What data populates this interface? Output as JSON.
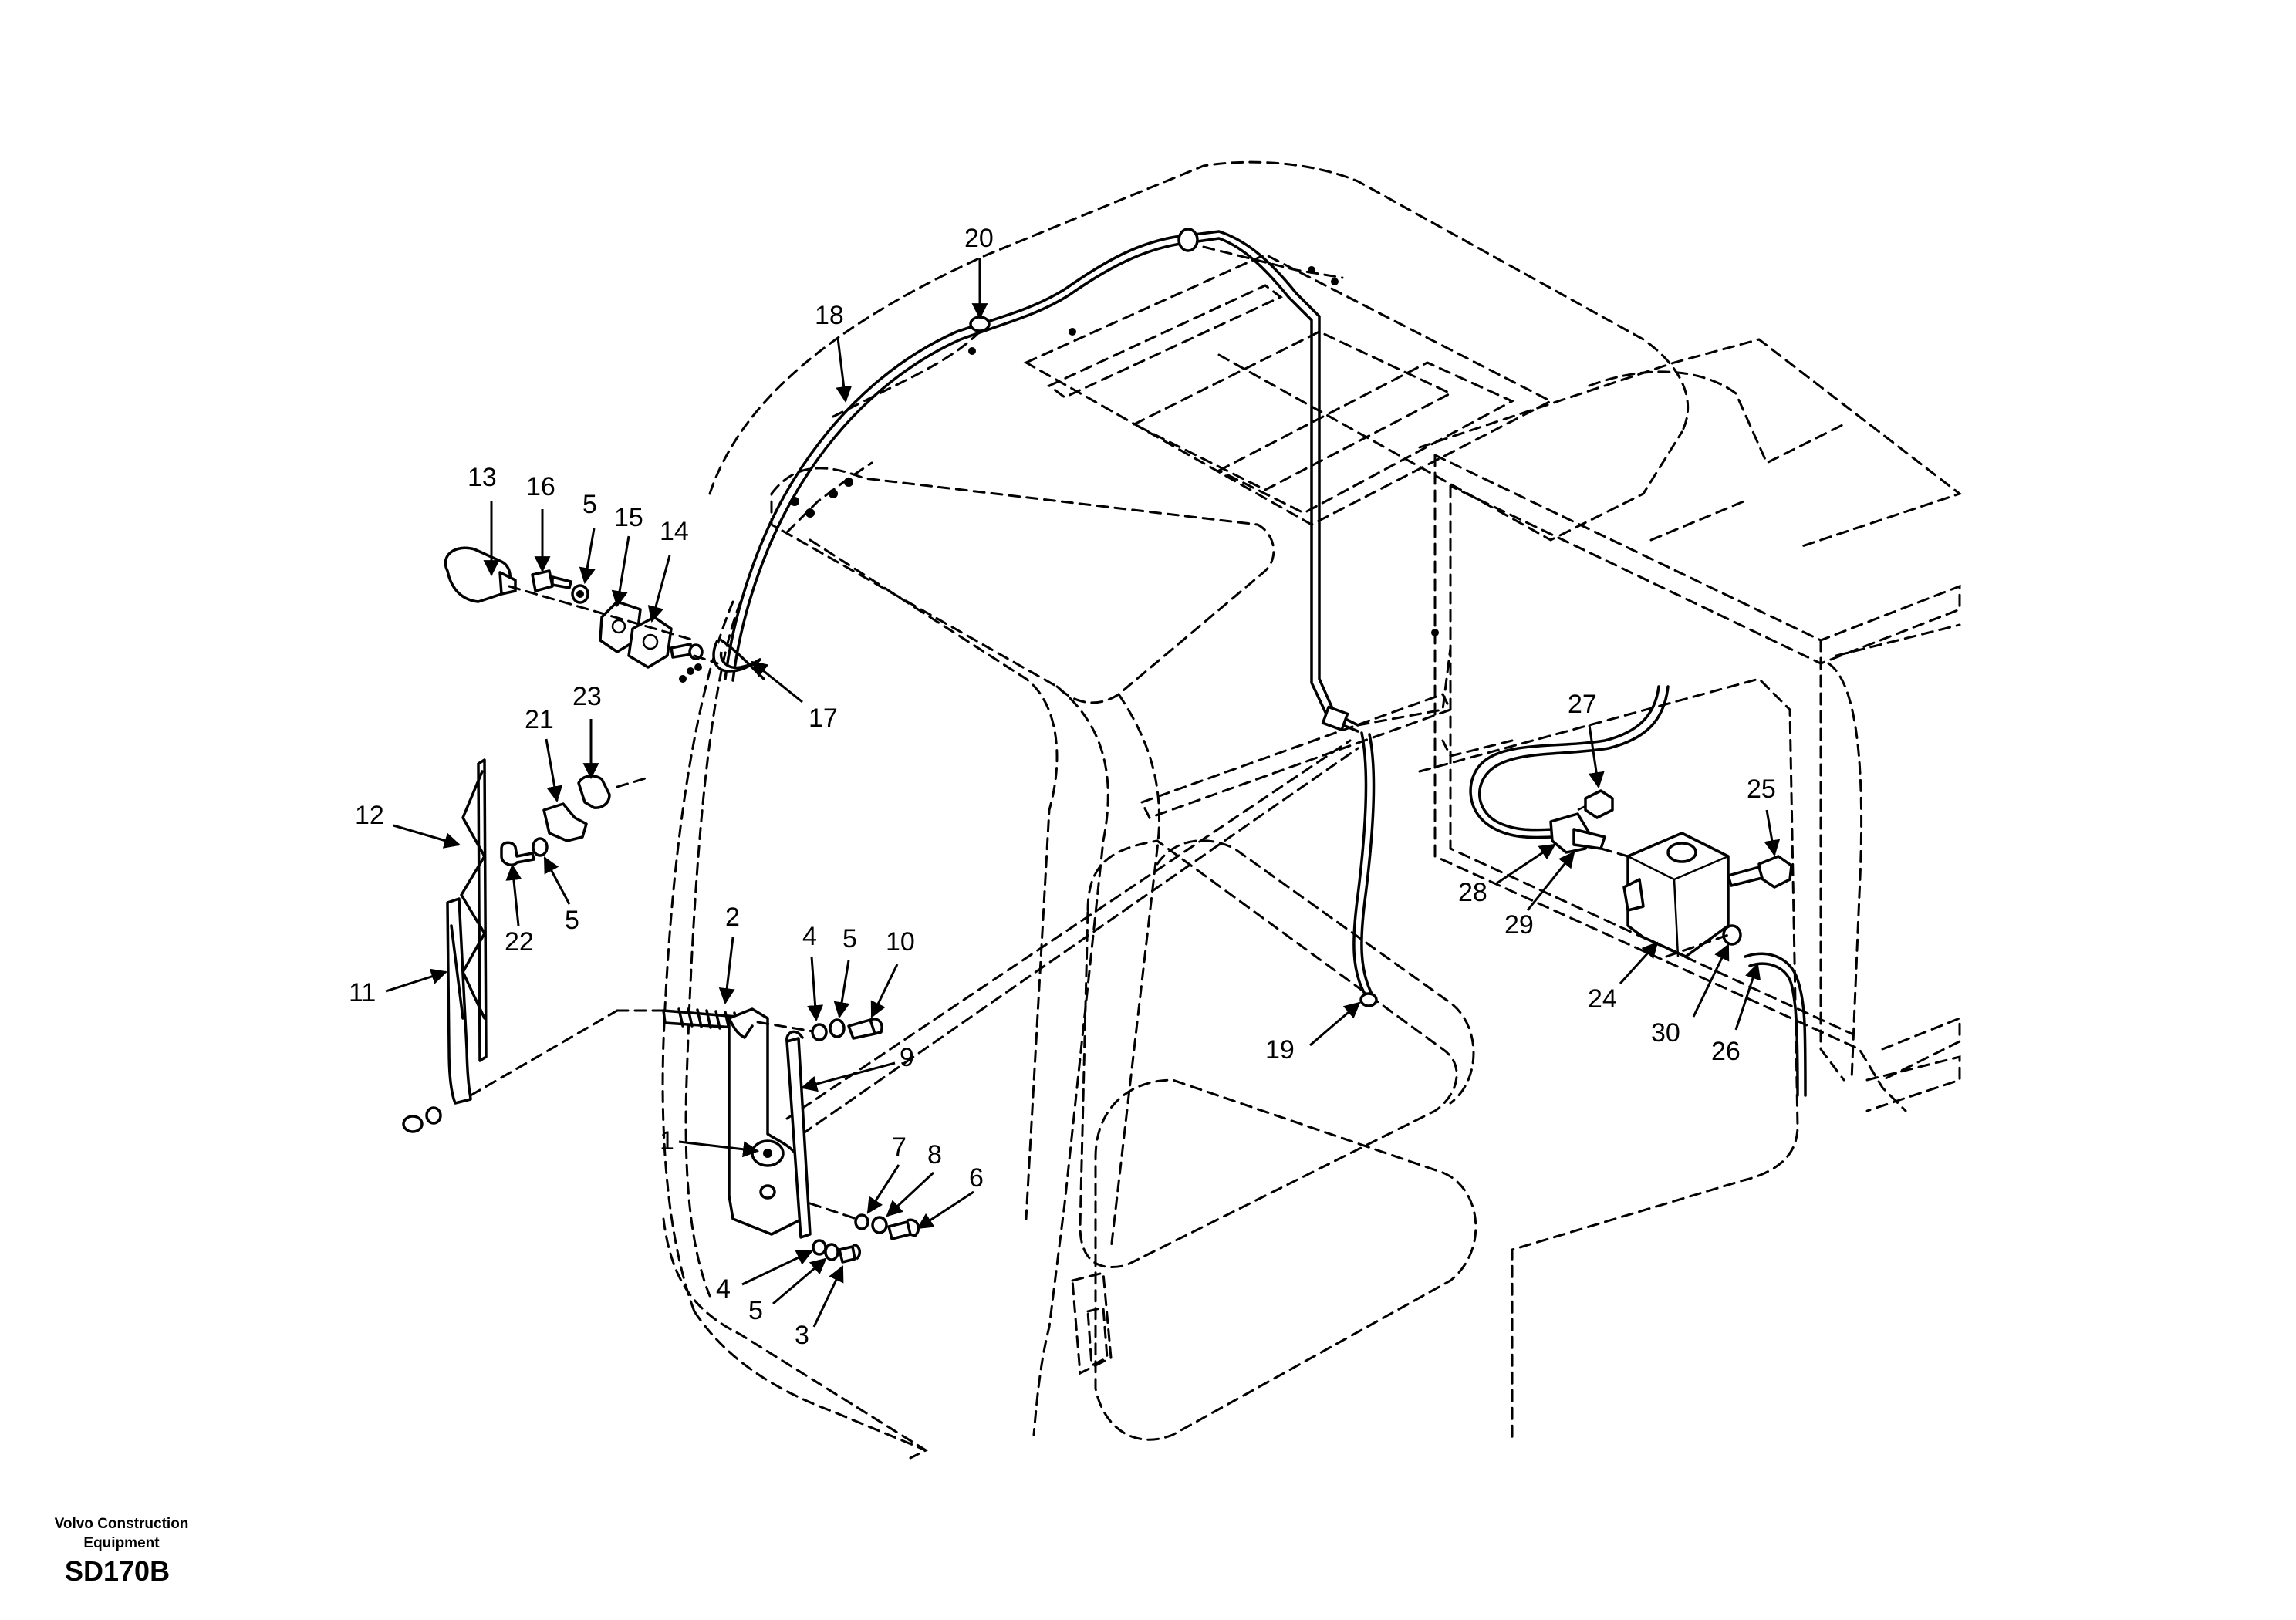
{
  "footer": {
    "brand_line1": "Volvo Construction",
    "brand_line2": "Equipment",
    "code": "SD170B"
  },
  "callouts": [
    {
      "id": "c13",
      "text": "13"
    },
    {
      "id": "c16",
      "text": "16"
    },
    {
      "id": "c5a",
      "text": "5"
    },
    {
      "id": "c15",
      "text": "15"
    },
    {
      "id": "c14",
      "text": "14"
    },
    {
      "id": "c17",
      "text": "17"
    },
    {
      "id": "c18",
      "text": "18"
    },
    {
      "id": "c20",
      "text": "20"
    },
    {
      "id": "c21",
      "text": "21"
    },
    {
      "id": "c23",
      "text": "23"
    },
    {
      "id": "c12",
      "text": "12"
    },
    {
      "id": "c22",
      "text": "22"
    },
    {
      "id": "c5b",
      "text": "5"
    },
    {
      "id": "c11",
      "text": "11"
    },
    {
      "id": "c2",
      "text": "2"
    },
    {
      "id": "c4a",
      "text": "4"
    },
    {
      "id": "c5c",
      "text": "5"
    },
    {
      "id": "c10",
      "text": "10"
    },
    {
      "id": "c9",
      "text": "9"
    },
    {
      "id": "c1",
      "text": "1"
    },
    {
      "id": "c7",
      "text": "7"
    },
    {
      "id": "c8",
      "text": "8"
    },
    {
      "id": "c6",
      "text": "6"
    },
    {
      "id": "c4b",
      "text": "4"
    },
    {
      "id": "c5d",
      "text": "5"
    },
    {
      "id": "c3",
      "text": "3"
    },
    {
      "id": "c19",
      "text": "19"
    },
    {
      "id": "c27",
      "text": "27"
    },
    {
      "id": "c25",
      "text": "25"
    },
    {
      "id": "c28",
      "text": "28"
    },
    {
      "id": "c29",
      "text": "29"
    },
    {
      "id": "c24",
      "text": "24"
    },
    {
      "id": "c30",
      "text": "30"
    },
    {
      "id": "c26",
      "text": "26"
    }
  ]
}
